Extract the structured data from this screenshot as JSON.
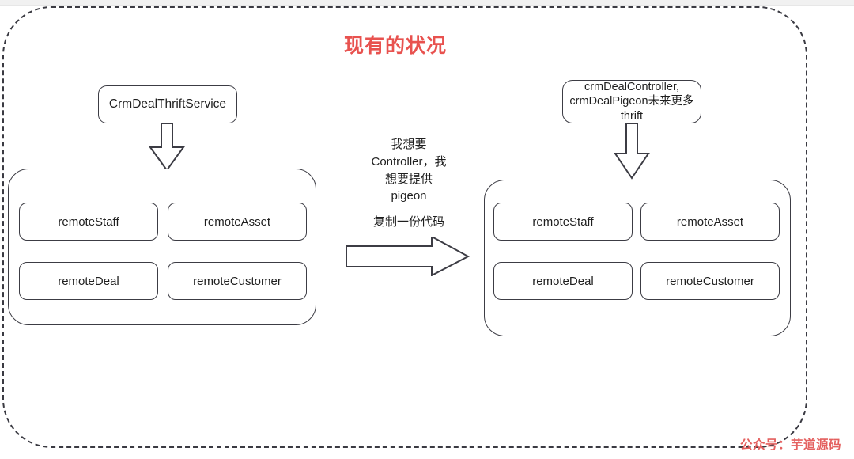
{
  "diagram": {
    "title": "现有的状况",
    "title_color": "#e8524f",
    "frame_style": "dashed-rounded-rectangle",
    "left_side": {
      "service_box": "CrmDealThriftService",
      "arrow": "down-block-arrow",
      "group_items": [
        "remoteStaff",
        "remoteAsset",
        "remoteDeal",
        "remoteCustomer"
      ]
    },
    "right_side": {
      "service_box_lines": [
        "crmDealController,",
        "crmDealPigeon未来更多",
        "thrift"
      ],
      "arrow": "down-block-arrow",
      "group_items": [
        "remoteStaff",
        "remoteAsset",
        "remoteDeal",
        "remoteCustomer"
      ]
    },
    "middle": {
      "note_lines": [
        "我想要",
        "Controller，我",
        "想要提供",
        "pigeon"
      ],
      "note_copy": "复制一份代码",
      "arrow": "right-block-arrow"
    },
    "watermark": "公众号：芋道源码",
    "watermark_color": "#e4605f"
  }
}
